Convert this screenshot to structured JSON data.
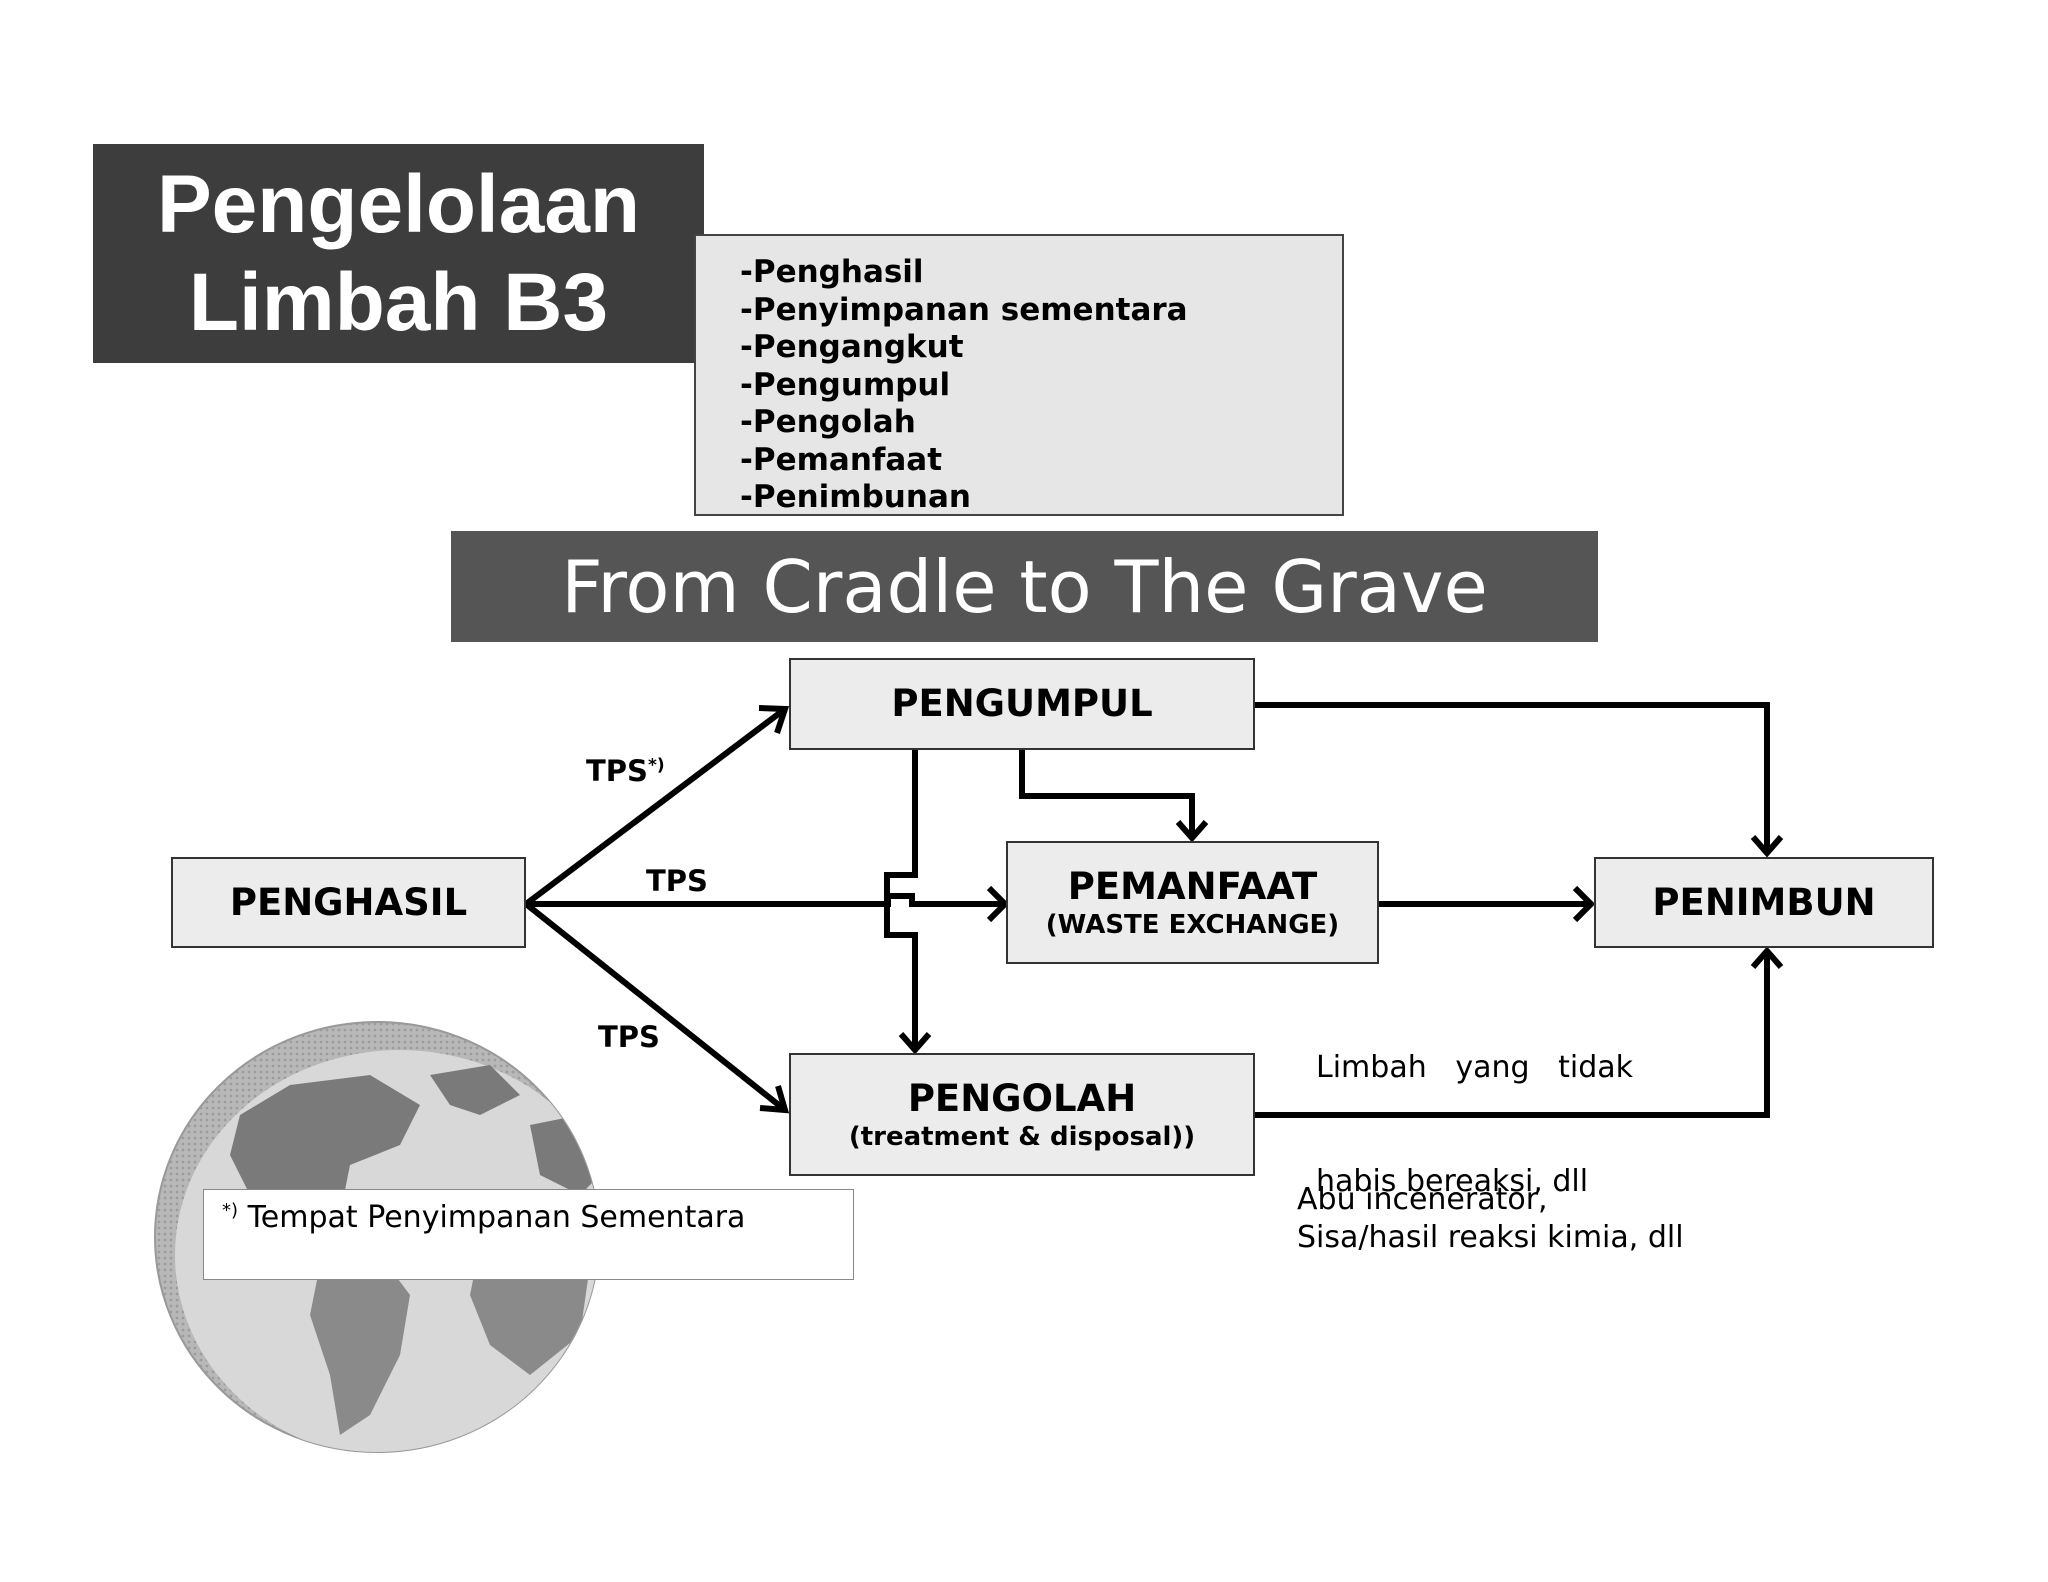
{
  "title": {
    "line1": "Pengelolaan",
    "line2": "Limbah B3"
  },
  "roles": [
    "-Penghasil",
    "-Penyimpanan sementara",
    "-Pengangkut",
    "-Pengumpul",
    "-Pengolah",
    "-Pemanfaat",
    "-Penimbunan"
  ],
  "banner": "From Cradle to The Grave",
  "nodes": {
    "penghasil": "PENGHASIL",
    "pengumpul": "PENGUMPUL",
    "pemanfaat": "PEMANFAAT",
    "pemanfaat_sub": "(WASTE EXCHANGE)",
    "penimbun": "PENIMBUN",
    "pengolah": "PENGOLAH",
    "pengolah_sub": "(treatment & disposal))"
  },
  "edge_labels": {
    "tps_star": "TPS",
    "tps_star_mark": "*)",
    "tps_middle": "TPS",
    "tps_lower": "TPS"
  },
  "notes": {
    "pemanfaat_line1": "Limbah   yang   tidak",
    "pemanfaat_line2": "habis bereaksi, dll",
    "pengolah_line1": "Abu incenerator,",
    "pengolah_line2": "Sisa/hasil reaksi kimia, dll"
  },
  "footnote": {
    "mark": "*)",
    "text": " Tempat Penyimpanan Sementara"
  }
}
